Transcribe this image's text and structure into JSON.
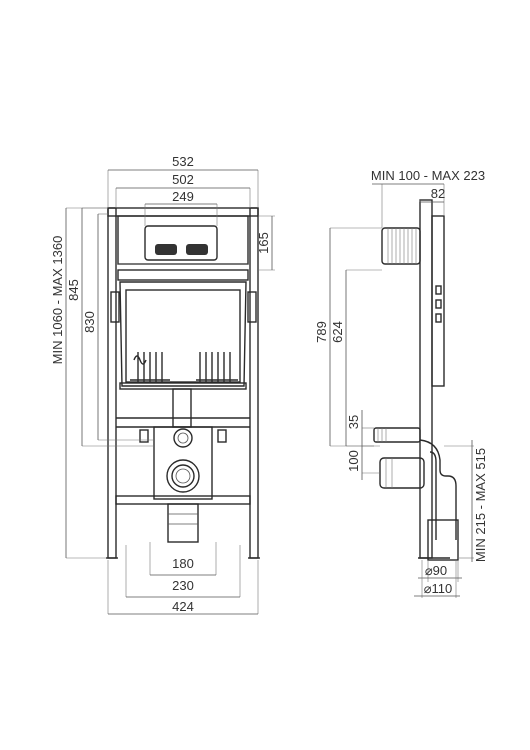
{
  "front_view": {
    "dims": {
      "width_overall": "532",
      "width_frame": "502",
      "width_plate": "249",
      "plate_height": "165",
      "height_range": "MIN 1060 - MAX 1360",
      "height_845": "845",
      "height_830": "830",
      "pipe_spacing": "180",
      "bolt_spacing": "230",
      "foot_width": "424"
    }
  },
  "side_view": {
    "dims": {
      "depth_range": "MIN 100 - MAX 223",
      "depth_82": "82",
      "height_789": "789",
      "height_624": "624",
      "height_35": "35",
      "height_100": "100",
      "drain_range": "MIN 215 - MAX 515",
      "dia_90": "⌀90",
      "dia_110": "⌀110"
    }
  },
  "colors": {
    "line": "#555555",
    "frame": "#2a2a2a",
    "text": "#333333"
  }
}
